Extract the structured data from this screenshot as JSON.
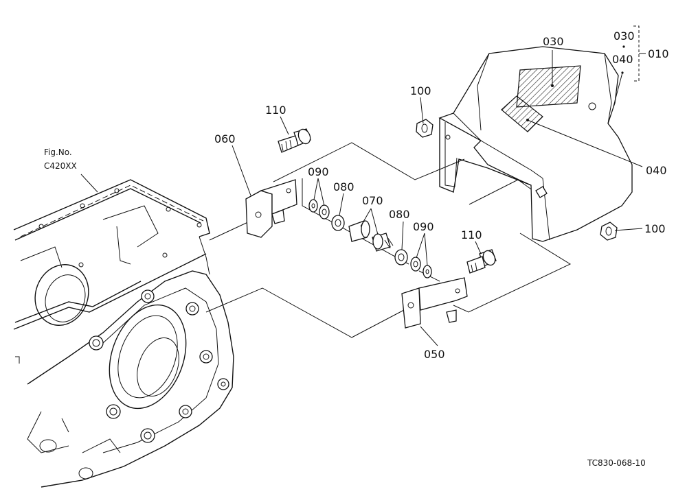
{
  "figure_ref": {
    "line1": "Fig.No.",
    "line2": "C420XX"
  },
  "callouts": {
    "p010": "010",
    "p030_top": "030",
    "p030_label": "030",
    "p040_top": "040",
    "p040_label": "040",
    "p050": "050",
    "p060": "060",
    "p070": "070",
    "p080_left": "080",
    "p080_right": "080",
    "p090_left": "090",
    "p090_right": "090",
    "p100_left": "100",
    "p100_right": "100",
    "p110_left": "110",
    "p110_right": "110"
  },
  "drawing_code": "TC830-068-10"
}
